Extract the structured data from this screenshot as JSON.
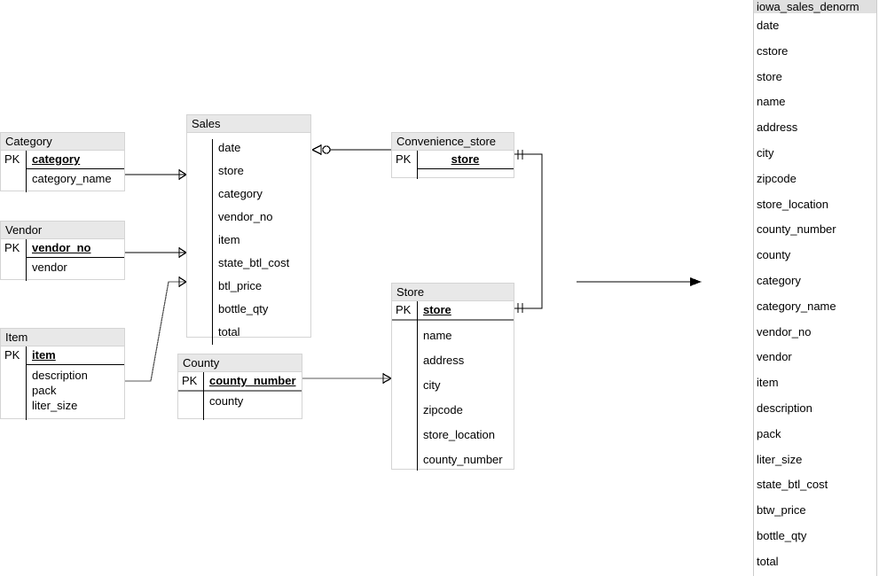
{
  "diagram": {
    "title": "iowa_sales_denorm ER diagram",
    "background": "#ffffff",
    "header_fill": "#e8e8e8",
    "border_color": "#d4d4d4",
    "line_color": "#000000"
  },
  "entities": [
    {
      "key": "category",
      "name": "Category",
      "pk_label": "PK",
      "pk_field": "category",
      "pk_centered": false,
      "rule_style": "thin",
      "attributes": [
        "category_name"
      ]
    },
    {
      "key": "vendor",
      "name": "Vendor",
      "pk_label": "PK",
      "pk_field": "vendor_no",
      "pk_centered": false,
      "rule_style": "thin",
      "attributes": [
        "vendor"
      ]
    },
    {
      "key": "item",
      "name": "Item",
      "pk_label": "PK",
      "pk_field": "item",
      "pk_centered": false,
      "rule_style": "thin",
      "attributes": [
        "description",
        "pack",
        "liter_size"
      ]
    },
    {
      "key": "sales",
      "name": "Sales",
      "pk_label": "",
      "pk_field": "",
      "pk_centered": false,
      "rule_style": "none",
      "attributes": [
        "date",
        "store",
        "category",
        "vendor_no",
        "item",
        "state_btl_cost",
        "btl_price",
        "bottle_qty",
        "total"
      ]
    },
    {
      "key": "county",
      "name": "County",
      "pk_label": "PK",
      "pk_field": "county_number",
      "pk_centered": false,
      "rule_style": "thick",
      "attributes": [
        "county"
      ]
    },
    {
      "key": "convenience_store",
      "name": "Convenience_store",
      "pk_label": "PK",
      "pk_field": "store",
      "pk_centered": true,
      "rule_style": "thin",
      "attributes": []
    },
    {
      "key": "store",
      "name": "Store",
      "pk_label": "PK",
      "pk_field": "store",
      "pk_centered": false,
      "rule_style": "thick",
      "attributes": [
        "name",
        "address",
        "city",
        "zipcode",
        "store_location",
        "county_number"
      ]
    }
  ],
  "relationships": [
    {
      "from": "category",
      "to": "sales",
      "to_cardinality": "many",
      "from_cardinality": "none"
    },
    {
      "from": "vendor",
      "to": "sales",
      "to_cardinality": "many",
      "from_cardinality": "none"
    },
    {
      "from": "item",
      "to": "sales",
      "to_cardinality": "many",
      "from_cardinality": "none"
    },
    {
      "from": "sales",
      "to": "convenience_store",
      "to_cardinality": "zero-or-many",
      "from_cardinality": "none"
    },
    {
      "from": "county",
      "to": "store",
      "to_cardinality": "many",
      "from_cardinality": "none"
    },
    {
      "from": "convenience_store",
      "to": "store",
      "to_cardinality": "one-and-only-one",
      "from_cardinality": "one-and-only-one"
    }
  ],
  "flow_arrow": {
    "label": "",
    "direction": "right"
  },
  "denorm_panel": {
    "title": "iowa_sales_denorm",
    "columns": [
      "date",
      "cstore",
      "store",
      "name",
      "address",
      "city",
      "zipcode",
      "store_location",
      "county_number",
      "county",
      "category",
      "category_name",
      "vendor_no",
      "vendor",
      "item",
      "description",
      "pack",
      "liter_size",
      "state_btl_cost",
      "btw_price",
      "bottle_qty",
      "total"
    ]
  }
}
